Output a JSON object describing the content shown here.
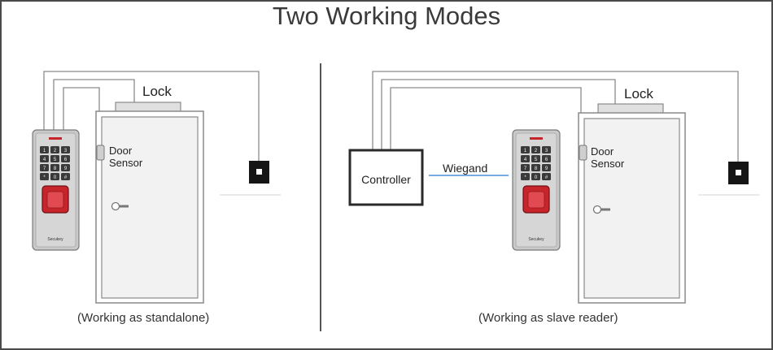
{
  "title": "Two Working Modes",
  "left_panel": {
    "lock_label": "Lock",
    "door_sensor_label": "Door\nSensor",
    "reader_brand": "Secukey",
    "caption": "(Working as standalone)"
  },
  "right_panel": {
    "lock_label": "Lock",
    "door_sensor_label": "Door\nSensor",
    "controller_label": "Controller",
    "wiegand_label": "Wiegand",
    "reader_brand": "Secukey",
    "caption": "(Working as slave reader)"
  },
  "keypad_keys": [
    "1",
    "2",
    "3",
    "4",
    "5",
    "6",
    "7",
    "8",
    "9",
    "*",
    "0",
    "#"
  ],
  "colors": {
    "border": "#4a4a4a",
    "wire": "#8c8c8c",
    "wiegand_line": "#4d8fd6",
    "fingerprint_sensor": "#c8242c",
    "reader_body": "#c9c9c9",
    "door_fill": "#f2f2f2"
  }
}
